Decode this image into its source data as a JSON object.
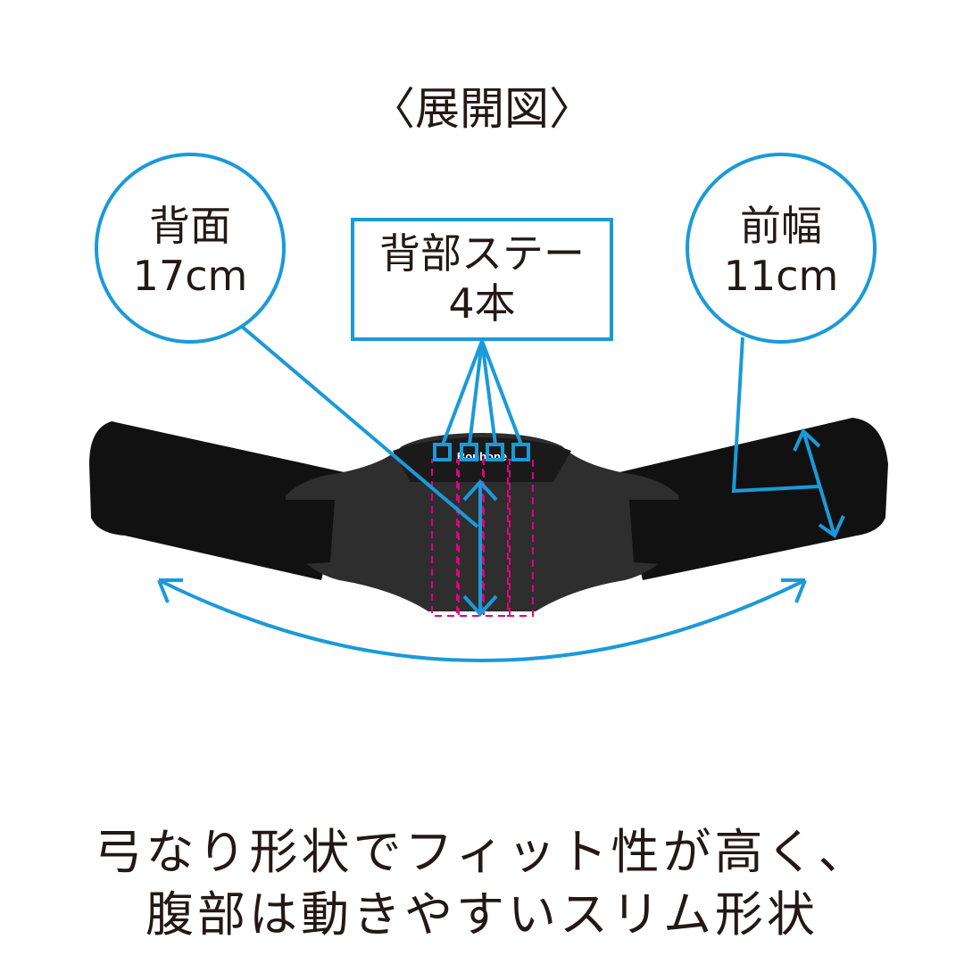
{
  "title": "〈展開図〉",
  "callouts": {
    "back": {
      "line1": "背面",
      "line2": "17cm"
    },
    "stays": {
      "line1": "背部ステー",
      "line2": "4本"
    },
    "front": {
      "line1": "前幅",
      "line2": "11cm"
    }
  },
  "logo": "Bonbone",
  "caption": {
    "line1": "弓なり形状でフィット性が高く、",
    "line2": "腹部は動きやすいスリム形状"
  },
  "colors": {
    "accent": "#1a9ad9",
    "stay_dash": "#e4007f",
    "belt": "#111111",
    "panel": "#2e2e2e"
  }
}
